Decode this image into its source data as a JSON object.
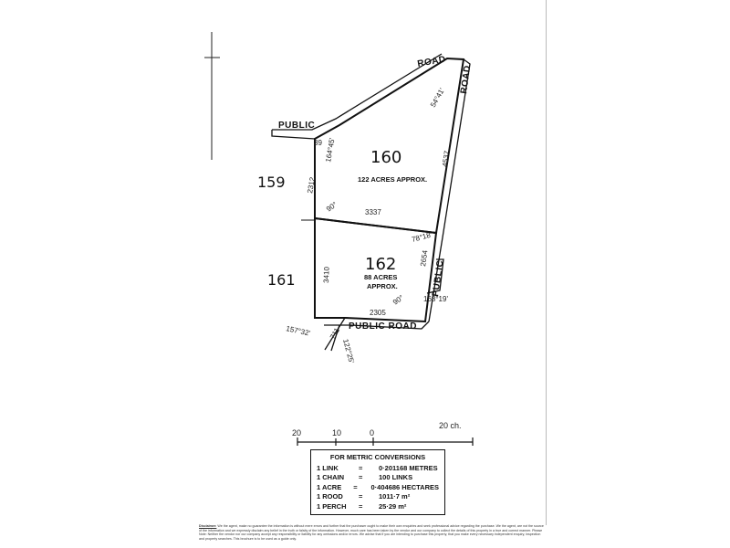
{
  "lots": [
    {
      "number": "160",
      "area": "122 ACRES APPROX."
    },
    {
      "number": "162",
      "area_line1": "88 ACRES",
      "area_line2": "APPROX."
    },
    {
      "number": "159"
    },
    {
      "number": "161"
    }
  ],
  "roads": {
    "top_right": "ROAD",
    "right_upper": "ROAD",
    "left_upper": "PUBLIC",
    "right_lower": "PUBLIC",
    "bottom": "PUBLIC ROAD"
  },
  "dimensions": {
    "d_39": "39",
    "d_2312": "2312",
    "d_164_45": "164°45'",
    "d_54_41": "54°41'",
    "d_4537": "4537",
    "d_90_upper": "90°",
    "d_3337": "3337",
    "d_78_18": "78°18'",
    "d_2654": "2654",
    "d_3410": "3410",
    "d_90_lower": "90°",
    "d_168_19": "168°19'",
    "d_2305": "2305",
    "d_711": "711",
    "d_157_32": "157°32'",
    "d_122_25": "122°25'"
  },
  "scale": {
    "labels": [
      "20",
      "10",
      "0"
    ],
    "end_label": "20 ch."
  },
  "metric": {
    "title": "FOR METRIC CONVERSIONS",
    "rows": [
      {
        "left": "1 LINK",
        "eq": "=",
        "right": "0·201168 METRES"
      },
      {
        "left": "1 CHAIN",
        "eq": "=",
        "right": "100 LINKS"
      },
      {
        "left": "1 ACRE",
        "eq": "=",
        "right": "0·404686 HECTARES"
      },
      {
        "left": "1 ROOD",
        "eq": "=",
        "right": "1011·7 m²"
      },
      {
        "left": "1 PERCH",
        "eq": "=",
        "right": "25·29 m²"
      }
    ]
  },
  "disclaimer": {
    "label": "Disclaimer:",
    "text": "We the agent, make no guarantee the information is without mere errors and further that the purchaser ought to make their own enquiries and seek professional advice regarding the purchase. We the agent, are not the source of the information and we expressly disclaim any belief in the truth or falsity of the information. However, much care has been taken by the vendor and our company to collect the details of this property in a true and correct manner. Please Note: Neither the vendor nor our company accept any responsibility or liability for any omissions and/or errors. We advise that if you are intending to purchase this property, that you make every necessary independent enquiry, inspection and property searches. This brochure is to be used as a guide only."
  }
}
